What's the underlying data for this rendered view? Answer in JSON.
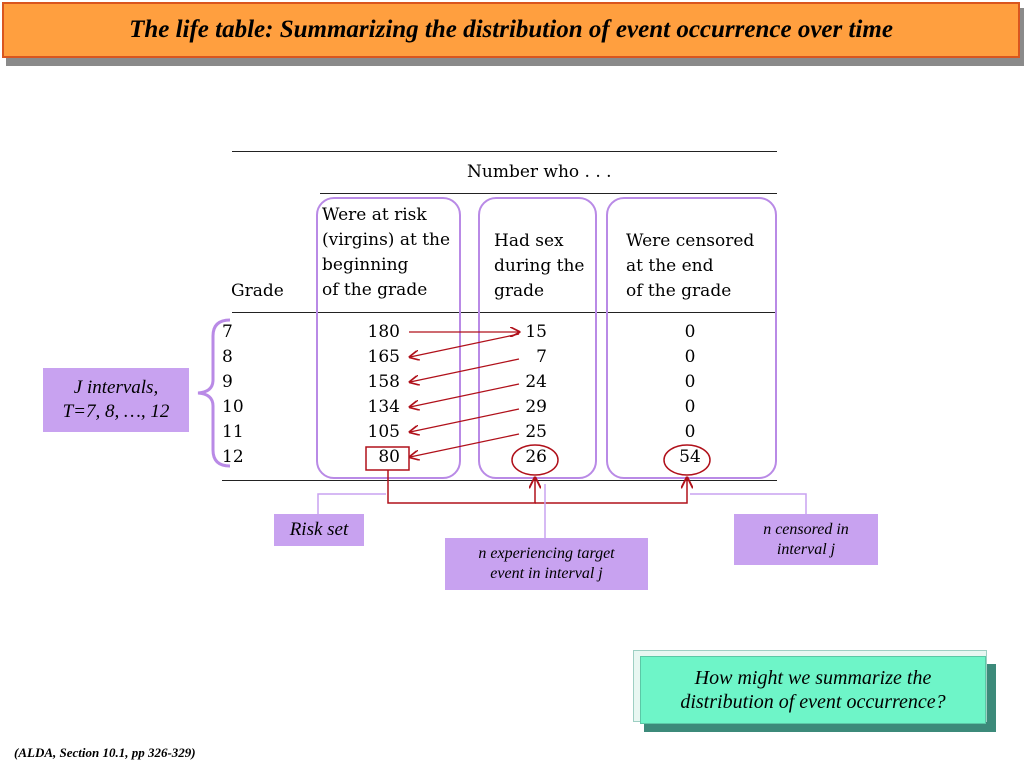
{
  "title": "The life table: Summarizing the distribution of event occurrence over time",
  "table": {
    "group_header": "Number who . . .",
    "columns": {
      "grade": "Grade",
      "risk": [
        "Were at risk",
        "(virgins) at the",
        "beginning",
        "of the grade"
      ],
      "sex": [
        "Had sex",
        "during the",
        "grade"
      ],
      "censored": [
        "Were censored",
        "at the end",
        "of the grade"
      ]
    },
    "rows": [
      {
        "grade": "7",
        "risk": "180",
        "sex": "15",
        "censored": "0"
      },
      {
        "grade": "8",
        "risk": "165",
        "sex": "7",
        "censored": "0"
      },
      {
        "grade": "9",
        "risk": "158",
        "sex": "24",
        "censored": "0"
      },
      {
        "grade": "10",
        "risk": "134",
        "sex": "29",
        "censored": "0"
      },
      {
        "grade": "11",
        "risk": "105",
        "sex": "25",
        "censored": "0"
      },
      {
        "grade": "12",
        "risk": "80",
        "sex": "26",
        "censored": "54"
      }
    ]
  },
  "labels": {
    "j_intervals": [
      "J intervals,",
      "T=7, 8, …, 12"
    ],
    "risk_set": "Risk set",
    "event": [
      "n experiencing target",
      "event in interval j"
    ],
    "censored": [
      "n censored in",
      "interval j"
    ]
  },
  "question": [
    "How might we summarize the",
    "distribution of event occurrence?"
  ],
  "citation": "(ALDA, Section 10.1, pp 326-329)",
  "colors": {
    "title_bg": "#ff9f3f",
    "label_bg": "#c8a2f0",
    "column_outline": "#b98ae6",
    "arrow": "#b0101a",
    "question_bg": "#6ef5c8"
  }
}
